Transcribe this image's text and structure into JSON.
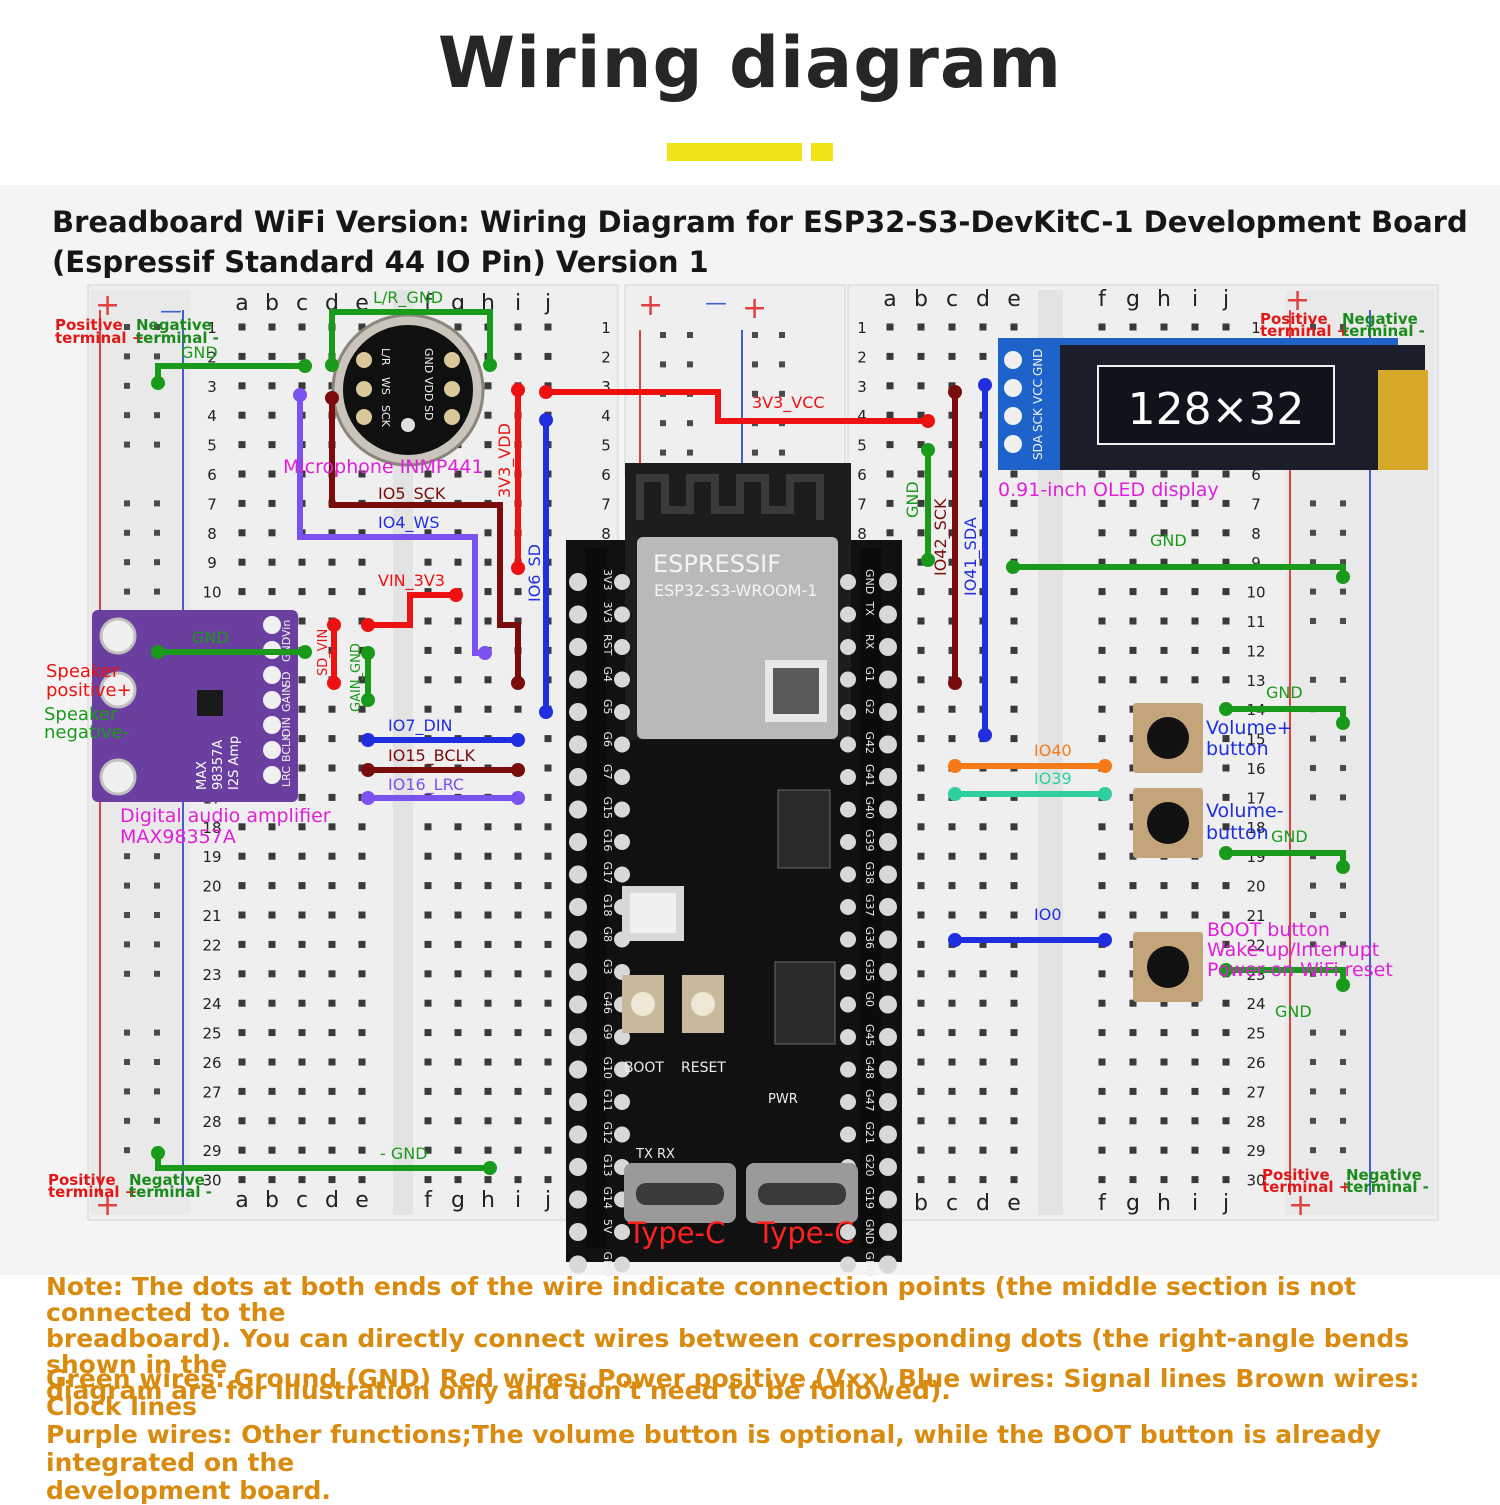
{
  "title": "Wiring diagram",
  "subtitle_line1": "Breadboard WiFi Version: Wiring Diagram for ESP32-S3-DevKitC-1 Development Board",
  "subtitle_line2": "(Espressif Standard 44 IO Pin) Version 1",
  "breadboard": {
    "col_letters_left": [
      "a",
      "b",
      "c",
      "d",
      "e",
      "f",
      "g",
      "h",
      "i",
      "j"
    ],
    "col_letters_right": [
      "a",
      "b",
      "c",
      "d",
      "e",
      "f",
      "g",
      "h",
      "i",
      "j"
    ],
    "row_numbers": [
      "1",
      "2",
      "3",
      "4",
      "5",
      "6",
      "7",
      "8",
      "9",
      "10",
      "11",
      "12",
      "13",
      "14",
      "15",
      "16",
      "17",
      "18",
      "19",
      "20",
      "21",
      "22",
      "23",
      "24",
      "25",
      "26",
      "27",
      "28",
      "29",
      "30"
    ],
    "rail_positive": "Positive terminal +",
    "rail_negative": "Negative terminal -",
    "plus": "+",
    "minus": "—"
  },
  "modules": {
    "mic_name": "Microphone INMP441",
    "mic_pins": [
      "L/R",
      "WS",
      "SCK",
      "GND",
      "VDD",
      "SD"
    ],
    "oled_name": "0.91-inch OLED display",
    "oled_screen": "128×32",
    "oled_pins": [
      "GND",
      "VCC",
      "SCK",
      "SDA"
    ],
    "amp_name_1": "Digital audio amplifier",
    "amp_name_2": "MAX98357A",
    "amp_board_text": [
      "MAX",
      "98357A",
      "I2S Amp"
    ],
    "amp_pins": [
      "Vin",
      "GND",
      "SD",
      "GAIN",
      "DIN",
      "BCLK",
      "LRC"
    ],
    "speaker_pos": "Speaker positive+",
    "speaker_neg": "Speaker negative-",
    "esp_brand": "ESPRESSIF",
    "esp_module": "ESP32-S3-WROOM-1",
    "esp_left_pins": [
      "3V3",
      "3V3",
      "RST",
      "G4",
      "G5",
      "G6",
      "G7",
      "G15",
      "G16",
      "G17",
      "G18",
      "G8",
      "G3",
      "G46",
      "G9",
      "G10",
      "G11",
      "G12",
      "G13",
      "G14",
      "5V",
      "GND"
    ],
    "esp_right_pins": [
      "GND",
      "TX",
      "RX",
      "G1",
      "G2",
      "G42",
      "G41",
      "G40",
      "G39",
      "G38",
      "G37",
      "G36",
      "G35",
      "G0",
      "G45",
      "G48",
      "G47",
      "G21",
      "G20",
      "G19",
      "GND",
      "GND"
    ],
    "boot": "BOOT",
    "reset": "RESET",
    "pwr": "PWR",
    "txrx": "TX RX",
    "typec": "Type-C",
    "vol_up": "Volume+ button",
    "vol_down": "Volume- button",
    "boot_btn_1": "BOOT button",
    "boot_btn_2": "Wake-up/Interrupt",
    "boot_btn_3": "Power-on WiFi reset"
  },
  "wire_labels": {
    "lr_gnd": "L/R_GND",
    "gnd": "GND",
    "vdd": "3V3_VDD",
    "vcc": "3V3_VCC",
    "sck": "IO5_SCK",
    "ws": "IO4_WS",
    "sd": "IO6_SD",
    "vin": "VIN_3V3",
    "sd_vin": "SD_VIN",
    "gain_gnd": "GAIN_GND",
    "din": "IO7_DIN",
    "bclk": "IO15_BCLK",
    "lrc": "IO16_LRC",
    "io42": "IO42_SCK",
    "io41": "IO41_SDA",
    "io40": "IO40",
    "io39": "IO39",
    "io0": "IO0",
    "minus_gnd": "- GND"
  },
  "note": [
    "Note: The dots at both ends of the wire indicate connection points (the middle section is not connected to the",
    "breadboard). You can directly connect wires between corresponding dots (the right-angle bends shown in the",
    "diagram are for illustration only and don't need to be followed)."
  ],
  "legend": [
    "Green wires: Ground (GND)    Red wires: Power positive (Vxx)   Blue wires: Signal lines  Brown wires: Clock lines",
    "Purple wires: Other functions;The volume button is optional, while the BOOT button is already integrated on the",
    "development board."
  ],
  "colors": {
    "green": "#1a9a1a",
    "red": "#ee1111",
    "blue": "#1f2fe0",
    "brown": "#7a0c0c",
    "purple": "#7b52ef",
    "orange": "#f57a1a",
    "teal": "#2fcfa0",
    "magenta": "#e020d8",
    "note": "#d98b10",
    "accent_bar": "#f0e419"
  }
}
